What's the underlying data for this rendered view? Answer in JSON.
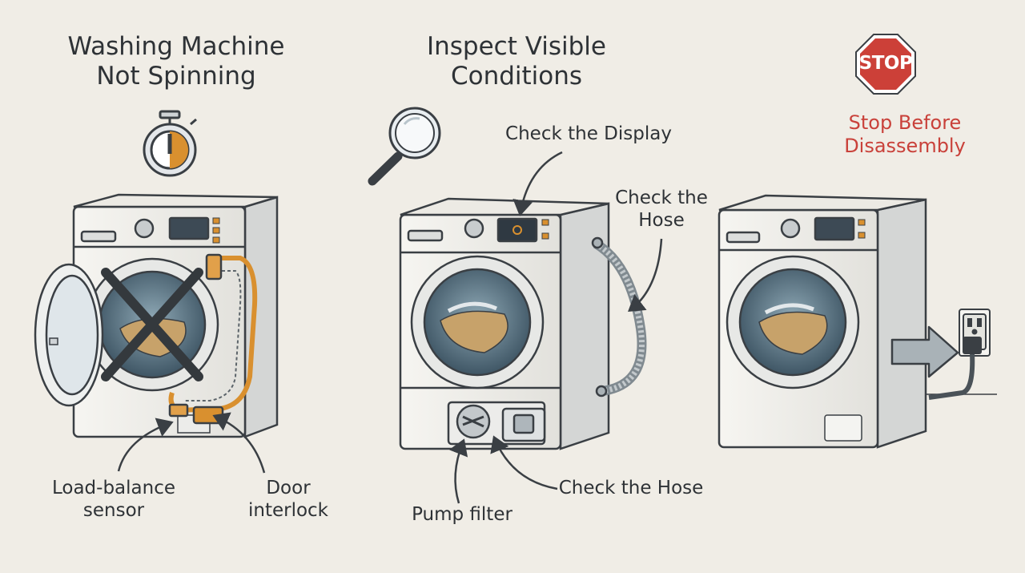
{
  "panel1": {
    "title_line1": "Washing Machine",
    "title_line2": "Not Spinning",
    "label_sensor_line1": "Load-balance",
    "label_sensor_line2": "sensor",
    "label_door_line1": "Door",
    "label_door_line2": "interlock"
  },
  "panel2": {
    "title_line1": "Inspect Visible",
    "title_line2": "Conditions",
    "label_display": "Check the Display",
    "label_hose_top_line1": "Check the",
    "label_hose_top_line2": "Hose",
    "label_hose_bottom": "Check the Hose",
    "label_pump": "Pump filter"
  },
  "panel3": {
    "stop_sign": "STOP",
    "warning_line1": "Stop Before",
    "warning_line2": "Disassembly"
  },
  "icons": [
    "stopwatch-icon",
    "magnifying-glass-icon",
    "stop-sign-icon",
    "wall-outlet-icon",
    "arrow-right-icon",
    "cross-mark-icon"
  ],
  "colors": {
    "background": "#f0ede6",
    "accent_orange": "#d9902f",
    "stop_red": "#c9413a",
    "line": "#3a3f44"
  }
}
